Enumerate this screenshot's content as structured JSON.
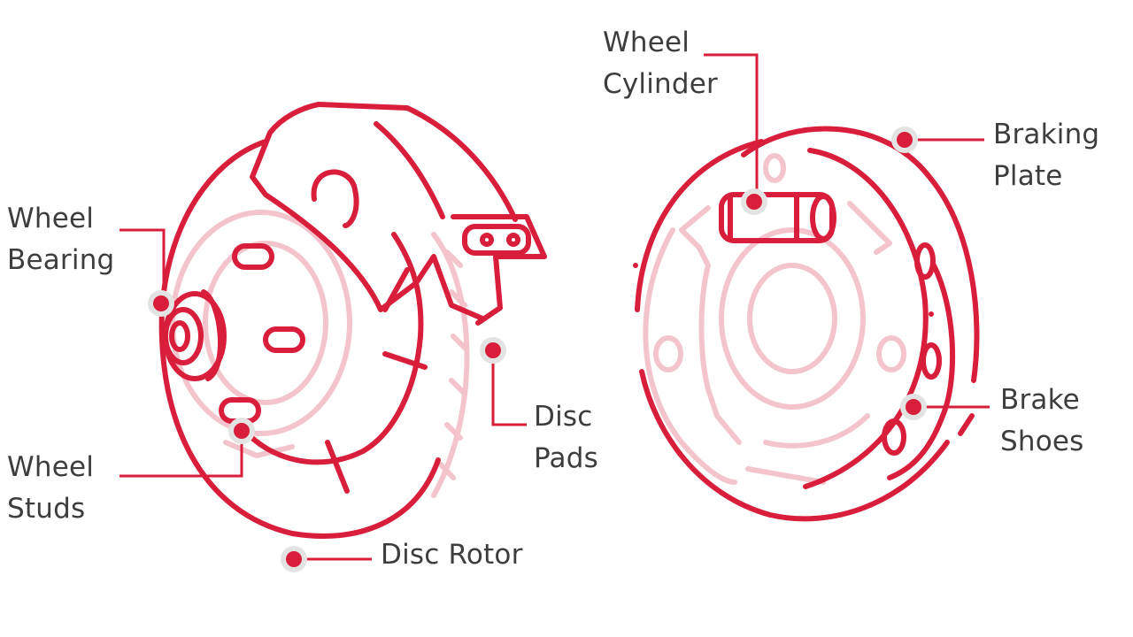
{
  "callouts": {
    "wheel_bearing": {
      "line1": "Wheel",
      "line2": "Bearing"
    },
    "wheel_studs": {
      "line1": "Wheel",
      "line2": "Studs"
    },
    "disc_rotor": {
      "line1": "Disc Rotor"
    },
    "disc_pads": {
      "line1": "Disc",
      "line2": "Pads"
    },
    "wheel_cylinder": {
      "line1": "Wheel",
      "line2": "Cylinder"
    },
    "braking_plate": {
      "line1": "Braking",
      "line2": "Plate"
    },
    "brake_shoes": {
      "line1": "Brake",
      "line2": "Shoes"
    }
  },
  "colors": {
    "accent": "#d81e3a",
    "accent_light": "#f3c4cc",
    "text": "#3d3d3d",
    "marker_halo": "#e3e3e3"
  }
}
